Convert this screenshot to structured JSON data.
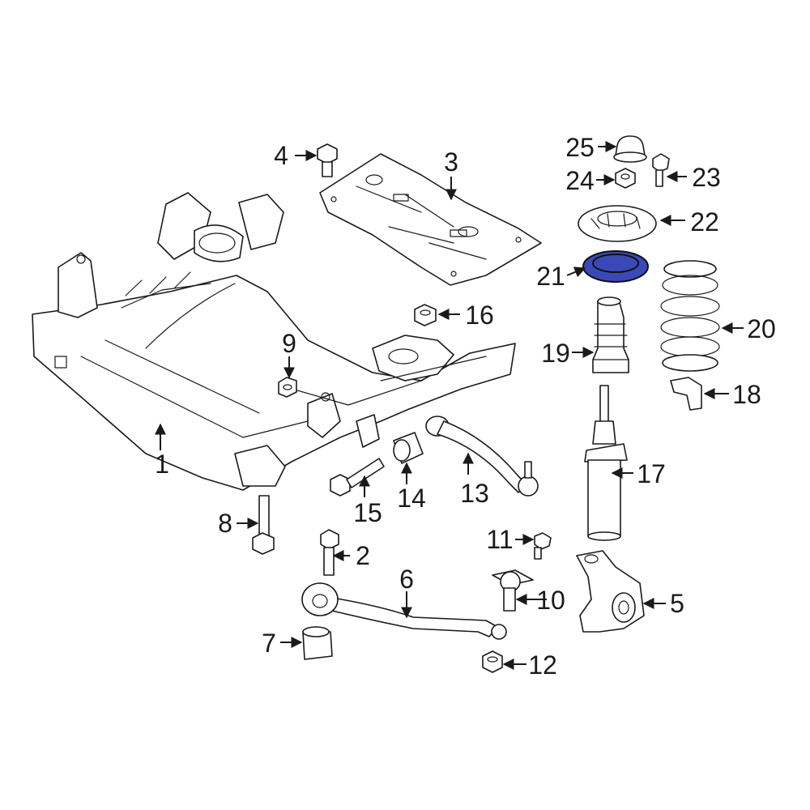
{
  "highlight_color": "#3b49b8",
  "callouts": {
    "c1": "1",
    "c2": "2",
    "c3": "3",
    "c4": "4",
    "c5": "5",
    "c6": "6",
    "c7": "7",
    "c8": "8",
    "c9": "9",
    "c10": "10",
    "c11": "11",
    "c12": "12",
    "c13": "13",
    "c14": "14",
    "c15": "15",
    "c16": "16",
    "c17": "17",
    "c18": "18",
    "c19": "19",
    "c20": "20",
    "c21": "21",
    "c22": "22",
    "c23": "23",
    "c24": "24",
    "c25": "25"
  },
  "highlighted_part": "21"
}
